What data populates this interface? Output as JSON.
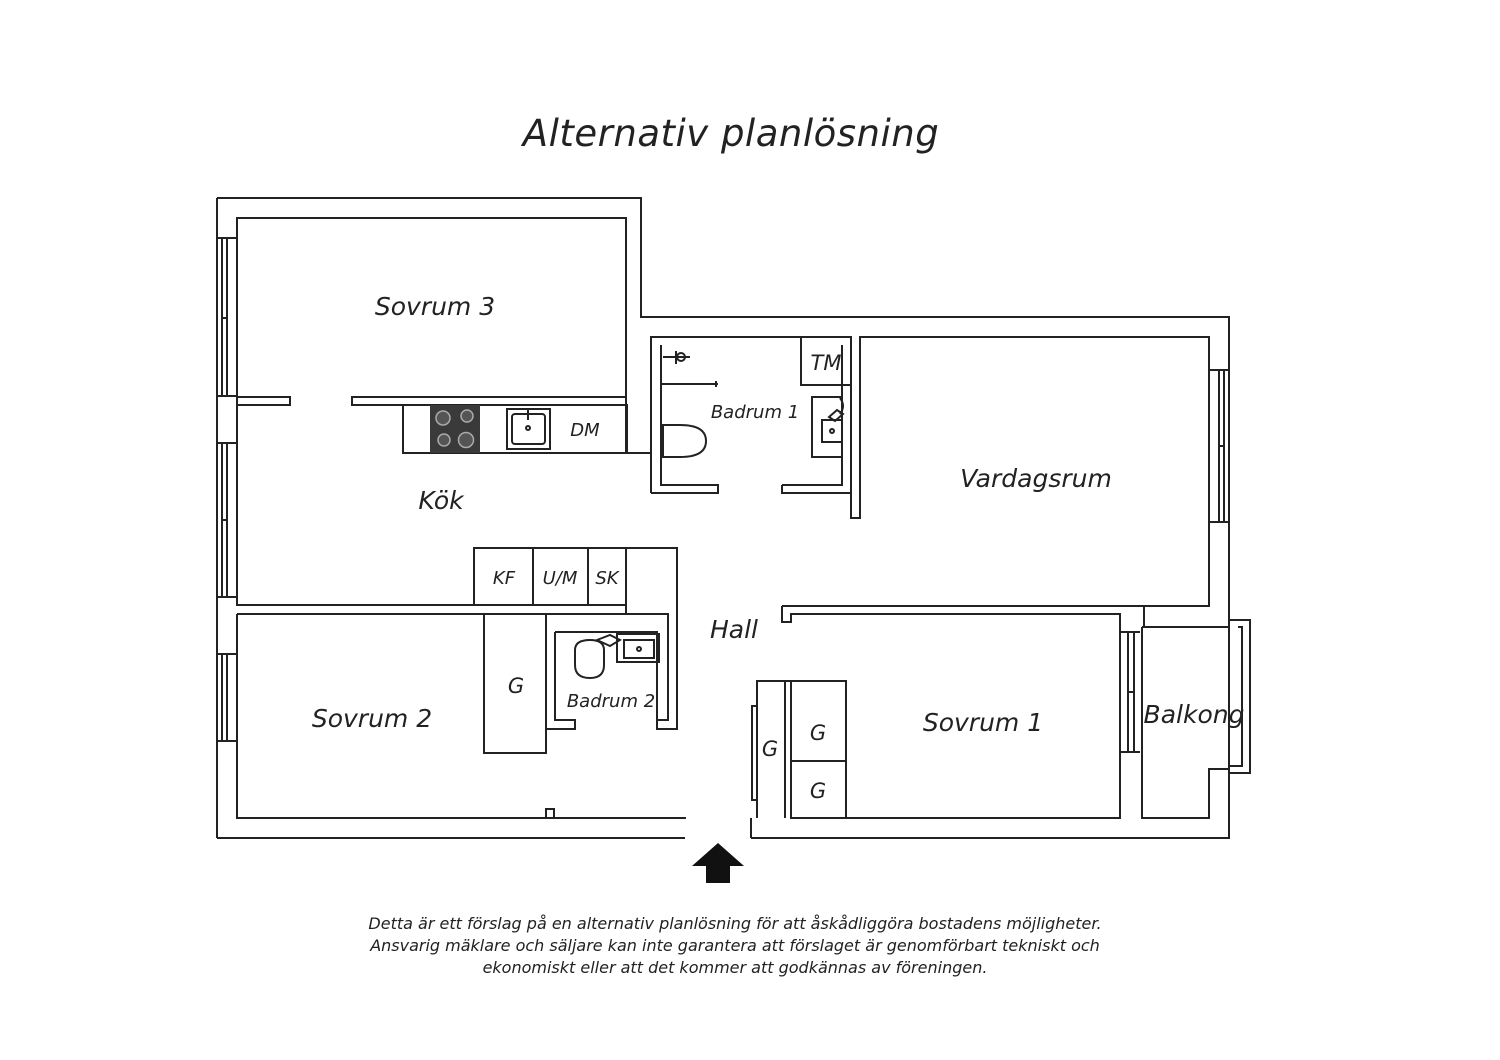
{
  "title": "Alternativ planlösning",
  "rooms": {
    "sovrum3": "Sovrum 3",
    "kok": "Kök",
    "badrum1": "Badrum 1",
    "vardagsrum": "Vardagsrum",
    "hall": "Hall",
    "sovrum2": "Sovrum 2",
    "badrum2": "Badrum 2",
    "sovrum1": "Sovrum 1",
    "balkong": "Balkong"
  },
  "fixtures": {
    "dm": "DM",
    "tm": "TM",
    "kf": "KF",
    "um": "U/M",
    "sk": "SK",
    "g_sovrum2": "G",
    "g_hall": "G",
    "g_sovrum1_top": "G",
    "g_sovrum1_bottom": "G"
  },
  "disclaimer": {
    "line1": "Detta är ett förslag på en alternativ planlösning för att åskådliggöra bostadens möjligheter.",
    "line2": "Ansvarig mäklare och säljare kan inte garantera att förslaget är genomförbart tekniskt och",
    "line3": "ekonomiskt eller att det kommer att godkännas av föreningen."
  },
  "colors": {
    "line": "#222222",
    "hob": "#3a3a3a"
  },
  "icons": {
    "entrance": "entrance-arrow-icon"
  }
}
